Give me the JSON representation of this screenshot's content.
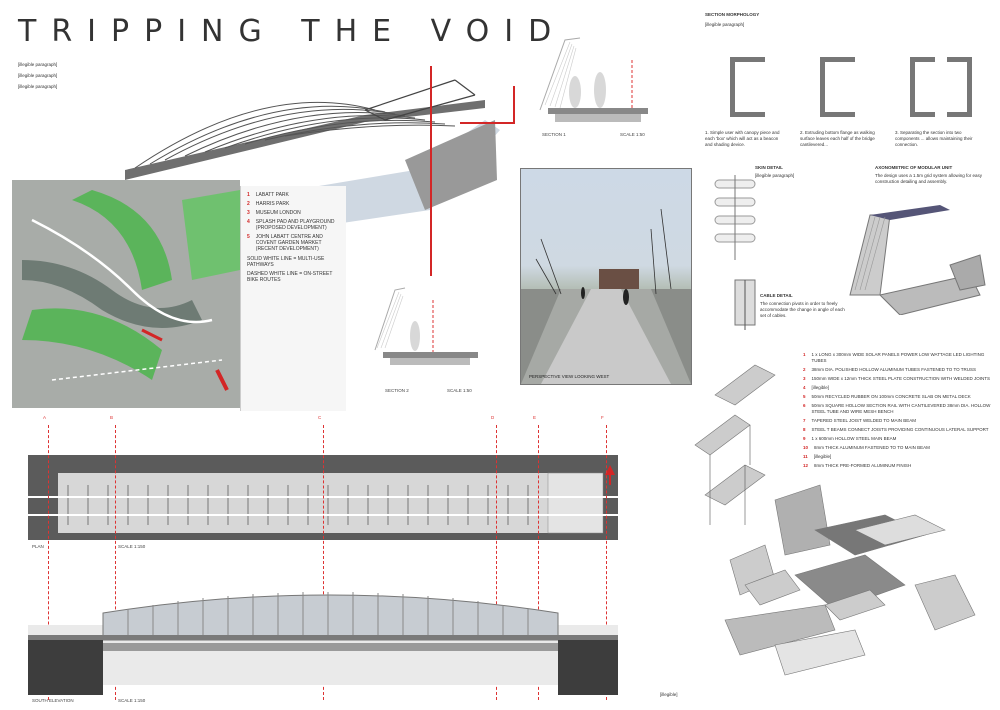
{
  "title": "TRIPPING THE VOID",
  "intro": {
    "p1": "[illegible paragraph]",
    "p2": "[illegible paragraph]",
    "p3": "[illegible paragraph]"
  },
  "map_legend": {
    "items": [
      {
        "num": "1",
        "label": "LABATT PARK"
      },
      {
        "num": "2",
        "label": "HARRIS PARK"
      },
      {
        "num": "3",
        "label": "MUSEUM LONDON"
      },
      {
        "num": "4",
        "label": "SPLASH PAD AND PLAYGROUND (PROPOSED DEVELOPMENT)"
      },
      {
        "num": "5",
        "label": "JOHN LABATT CENTRE AND COVENT GARDEN MARKET (RECENT DEVELOPMENT)"
      }
    ],
    "note1": "SOLID WHITE LINE = MULTI-USE PATHWAYS",
    "note2": "DASHED WHITE LINE = ON-STREET BIKE ROUTES"
  },
  "sections": {
    "section1": "SECTION 1",
    "section1_scale": "SCALE 1:50",
    "section2": "SECTION 2",
    "section2_scale": "SCALE 1:50"
  },
  "perspective_caption": "PERSPECTIVE VIEW LOOKING WEST",
  "morphology": {
    "heading": "SECTION MORPHOLOGY",
    "text": "[illegible paragraph]",
    "steps": [
      {
        "label": "1. Simple user with canopy piece and each 'box' which will act as a beacon and shading device."
      },
      {
        "label": "2. Extruding bottom flange as walking surface leaves each half of the bridge cantilevered..."
      },
      {
        "label": "3. Separating the section into two components ... allows maintaining their connection."
      }
    ]
  },
  "axo": {
    "heading": "AXONOMETRIC OF MODULAR UNIT",
    "text": "The design uses a 1.5m grid system allowing for easy construction detailing and assembly.",
    "skin_heading": "SKIN DETAIL",
    "skin_text": "[illegible paragraph]",
    "cable_heading": "CABLE DETAIL",
    "cable_text": "The connection pivots in order to freely accommodate the change in angle of each set of cables."
  },
  "components": [
    {
      "num": "1",
      "label": "1 x LONG x 300mm WIDE SOLAR PANELS POWER LOW WATTAGE LED LIGHTING TUBES"
    },
    {
      "num": "2",
      "label": "38mm DIA. POLISHED HOLLOW ALUMINUM TUBES FASTENED TO TO TRUSS"
    },
    {
      "num": "3",
      "label": "150mm WIDE x 12mm THICK STEEL PLATE CONSTRUCTION WITH WELDED JOINTS"
    },
    {
      "num": "4",
      "label": "[illegible]"
    },
    {
      "num": "5",
      "label": "50mm RECYCLED RUBBER ON 100mm CONCRETE SLAB ON METAL DECK"
    },
    {
      "num": "6",
      "label": "50mm SQUARE HOLLOW SECTION RAIL WITH CANTILEVERED 38mm DIA. HOLLOW STEEL TUBE AND WIRE MESH BENCH"
    },
    {
      "num": "7",
      "label": "TAPERED STEEL JOIST WELDED TO MAIN BEAM"
    },
    {
      "num": "8",
      "label": "STEEL T BEAMS CONNECT JOISTS PROVIDING CONTINUOUS LATERAL SUPPORT"
    },
    {
      "num": "9",
      "label": "1 x 600mm HOLLOW STEEL MAIN BEAM"
    },
    {
      "num": "10",
      "label": "8mm THICK ALUMINUM FASTENED TO TO MAIN BEAM"
    },
    {
      "num": "11",
      "label": "[illegible]"
    },
    {
      "num": "12",
      "label": "8mm THICK PRE-FORMED ALUMINUM FINISH"
    }
  ],
  "plan": {
    "label": "PLAN",
    "scale": "SCALE 1:150"
  },
  "elevation": {
    "label": "SOUTH ELEVATION",
    "scale": "SCALE 1:150"
  },
  "explode_caption": "[illegible]",
  "grid_labels": [
    "A",
    "B",
    "C",
    "D",
    "E",
    "F"
  ]
}
